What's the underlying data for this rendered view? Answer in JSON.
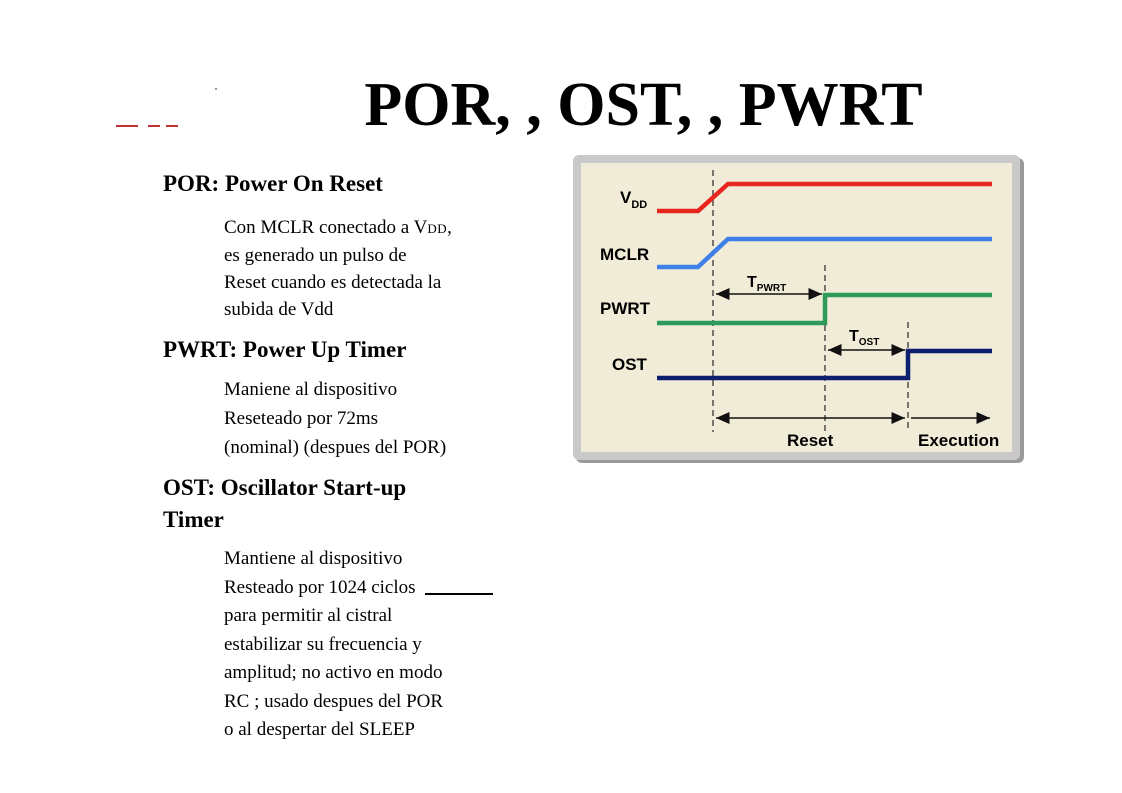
{
  "title": "POR, , OST, , PWRT",
  "sections": [
    {
      "heading": "POR: Power On Reset",
      "lines": [
        "Con MCLR conectado a V",
        "DD",
        ",",
        "es generado un pulso de",
        "Reset cuando es detectada la",
        "subida de Vdd"
      ]
    },
    {
      "heading": "PWRT: Power Up Timer",
      "lines": [
        "Maniene al dispositivo",
        "Reseteado por 72ms",
        "(nominal)  (despues del POR)"
      ]
    },
    {
      "heading_lines": [
        "OST: Oscillator Start-up",
        "Timer"
      ],
      "lines": [
        "Mantiene al dispositivo",
        "Resteado por 1024 ciclos",
        "para permitir al cistral",
        "estabilizar su frecuencia y",
        "amplitud; no activo en modo",
        "RC ; usado despues del  POR",
        "o al despertar del SLEEP"
      ]
    }
  ],
  "diagram": {
    "colors": {
      "vdd": "#e8251f",
      "mclr": "#3f7fe8",
      "pwrt": "#2e9a5a",
      "ost": "#0b1f6e",
      "background": "#f1ecd8",
      "frame": "#8a8a8a"
    },
    "signals": {
      "vdd": {
        "label": "V",
        "sub": "DD"
      },
      "mclr": {
        "label": "MCLR"
      },
      "pwrt": {
        "label": "PWRT"
      },
      "ost": {
        "label": "OST"
      }
    },
    "timers": {
      "t_pwrt": {
        "label": "T",
        "sub": "PWRT"
      },
      "t_ost": {
        "label": "T",
        "sub": "OST"
      }
    },
    "phases": {
      "reset": "Reset",
      "execution": "Execution"
    }
  }
}
